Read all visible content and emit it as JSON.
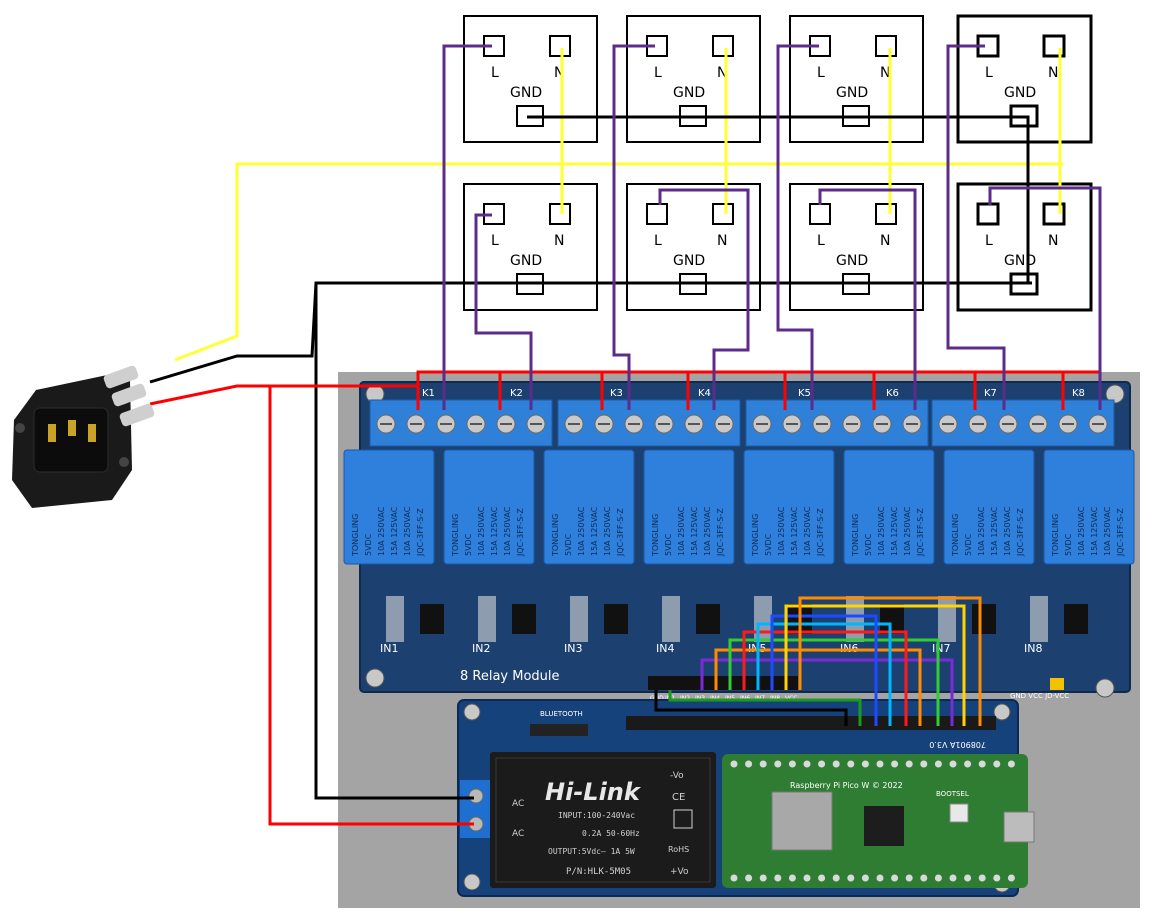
{
  "outlets": [
    {
      "l": "L",
      "n": "N",
      "gnd": "GND"
    },
    {
      "l": "L",
      "n": "N",
      "gnd": "GND"
    },
    {
      "l": "L",
      "n": "N",
      "gnd": "GND"
    },
    {
      "l": "L",
      "n": "N",
      "gnd": "GND"
    },
    {
      "l": "L",
      "n": "N",
      "gnd": "GND"
    },
    {
      "l": "L",
      "n": "N",
      "gnd": "GND"
    },
    {
      "l": "L",
      "n": "N",
      "gnd": "GND"
    },
    {
      "l": "L",
      "n": "N",
      "gnd": "GND"
    }
  ],
  "relay_board": {
    "title": "8 Relay Module",
    "channel_labels": [
      "K1",
      "K2",
      "K3",
      "K4",
      "K5",
      "K6",
      "K7",
      "K8"
    ],
    "input_labels": [
      "IN1",
      "IN2",
      "IN3",
      "IN4",
      "IN5",
      "IN6",
      "IN7",
      "IN8"
    ],
    "header_pins": [
      "GND",
      "IN1",
      "IN2",
      "IN3",
      "IN4",
      "IN5",
      "IN6",
      "IN7",
      "IN8",
      "VCC"
    ],
    "jumper_label": "GND VCC JD-VCC",
    "relay_lines": [
      "TONGLING",
      "5VDC",
      "10A 250VAC",
      "15A 125VAC",
      "10A 250VAC",
      "JQC-3FF-S-Z"
    ]
  },
  "psu": {
    "brand": "Hi-Link",
    "input": "INPUT:100-240Vac",
    "current": "0.2A  50-60Hz",
    "output": "OUTPUT:5Vdc— 1A 5W",
    "pn": "P/N:HLK-5M05",
    "ac1": "AC",
    "ac2": "AC",
    "vo_minus": "-Vo",
    "vo_plus": "+Vo",
    "rohs": "RoHS",
    "ce": "CE"
  },
  "carrier": {
    "bluetooth": "BLUETOOTH",
    "code": "708901A V3.0"
  },
  "pico": {
    "label": "Raspberry Pi Pico W © 2022",
    "bootsel": "BOOTSEL"
  },
  "wire_colors": {
    "live": "#ff0000",
    "neutral": "#ffff33",
    "ground": "#000000",
    "switched": "#5b2c8a",
    "signals": [
      "#7b2bd6",
      "#ff8c00",
      "#32cd32",
      "#ff1a1a",
      "#00b7ff",
      "#1e4bff",
      "#ffd400",
      "#ff8c00",
      "#1a9c1a",
      "#000000"
    ]
  }
}
